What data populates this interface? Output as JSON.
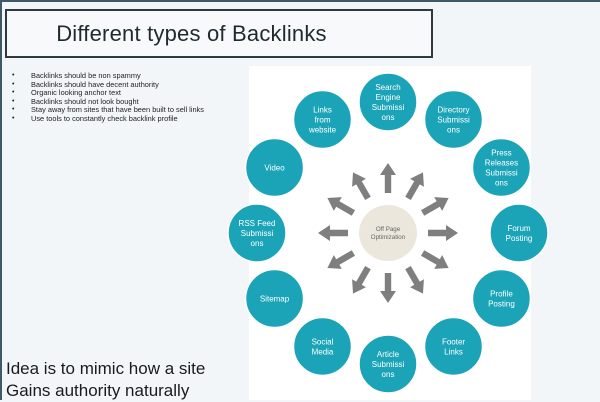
{
  "slide": {
    "title": "Different types of Backlinks",
    "bullets": [
      "Backlinks should be non spammy",
      "Backlinks should have decent authority",
      "Organic looking anchor text",
      "Backlinks should not look bought",
      "Stay away from sites that have been built to sell links",
      "Use tools to constantly check backlink profile"
    ],
    "footer_lines": [
      "Idea is to mimic how a site",
      "Gains authority naturally"
    ]
  },
  "diagram": {
    "center": [
      "Off Page",
      "Optimization"
    ],
    "nodes": [
      {
        "id": "search-engine-submissions",
        "lines": [
          "Search",
          "Engine",
          "Submissi",
          "ons"
        ]
      },
      {
        "id": "directory-submissions",
        "lines": [
          "Directory",
          "Submissi",
          "ons"
        ]
      },
      {
        "id": "press-releases-submissions",
        "lines": [
          "Press",
          "Releases",
          "Submissi",
          "ons"
        ]
      },
      {
        "id": "forum-posting",
        "lines": [
          "Forum",
          "Posting"
        ]
      },
      {
        "id": "profile-posting",
        "lines": [
          "Profile",
          "Posting"
        ]
      },
      {
        "id": "footer-links",
        "lines": [
          "Footer",
          "Links"
        ]
      },
      {
        "id": "article-submissions",
        "lines": [
          "Article",
          "Submissi",
          "ons"
        ]
      },
      {
        "id": "social-media",
        "lines": [
          "Social",
          "Media"
        ]
      },
      {
        "id": "sitemap",
        "lines": [
          "Sitemap"
        ]
      },
      {
        "id": "rss-feed-submissions",
        "lines": [
          "RSS Feed",
          "Submissi",
          "ons"
        ]
      },
      {
        "id": "video",
        "lines": [
          "Video"
        ]
      },
      {
        "id": "links-from-website",
        "lines": [
          "Links",
          "from",
          "website"
        ]
      }
    ],
    "colors": {
      "node": "#1ba4b8",
      "node_border": "#ffffff",
      "center": "#ebe7dc",
      "arrow": "#7f7f7f"
    }
  }
}
